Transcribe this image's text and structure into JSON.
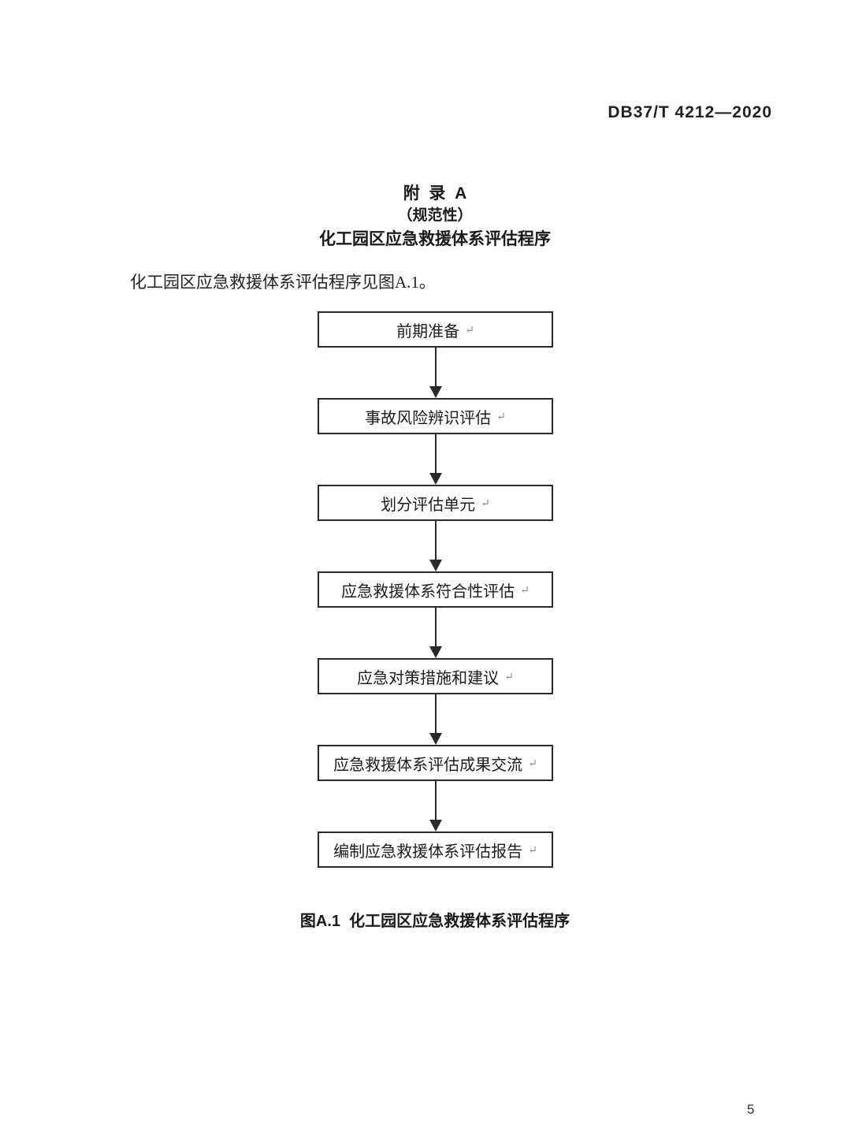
{
  "document": {
    "header_code": "DB37/T 4212—2020",
    "page_number": "5"
  },
  "appendix": {
    "label": "附  录  A",
    "type_note": "（规范性）",
    "title": "化工园区应急救援体系评估程序",
    "intro_text": "化工园区应急救援体系评估程序见图A.1。"
  },
  "flowchart": {
    "type": "flowchart",
    "direction": "top-down",
    "return_mark": "↵",
    "steps": [
      {
        "label": "前期准备"
      },
      {
        "label": "事故风险辨识评估"
      },
      {
        "label": "划分评估单元"
      },
      {
        "label": "应急救援体系符合性评估"
      },
      {
        "label": "应急对策措施和建议"
      },
      {
        "label": "应急救援体系评估成果交流"
      },
      {
        "label": "编制应急救援体系评估报告"
      }
    ],
    "caption": "图A.1  化工园区应急救援体系评估程序"
  }
}
